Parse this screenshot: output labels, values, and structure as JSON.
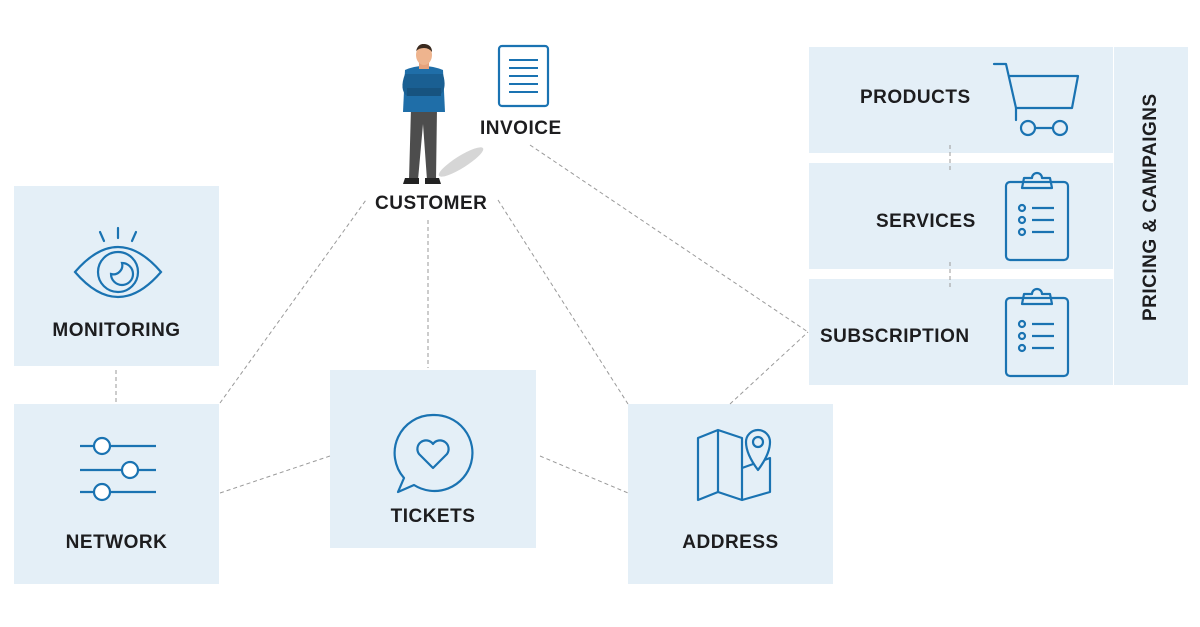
{
  "nodes": {
    "customer": "CUSTOMER",
    "invoice": "INVOICE",
    "monitoring": "MONITORING",
    "network": "NETWORK",
    "tickets": "TICKETS",
    "address": "ADDRESS",
    "products": "PRODUCTS",
    "services": "SERVICES",
    "subscription": "SUBSCRIPTION",
    "pricing_campaigns": "PRICING & CAMPAIGNS"
  },
  "colors": {
    "box_fill": "#e4eff7",
    "icon_stroke": "#1a73b2",
    "connector": "#9a9a9a",
    "text": "#1d1d1f"
  },
  "icons": {
    "monitoring": "eye-icon",
    "network": "sliders-icon",
    "tickets": "heart-chat-bubble-icon",
    "address": "map-pin-icon",
    "invoice": "document-icon",
    "products": "shopping-cart-icon",
    "services": "clipboard-list-icon",
    "subscription": "clipboard-list-icon",
    "customer": "person-figure"
  }
}
